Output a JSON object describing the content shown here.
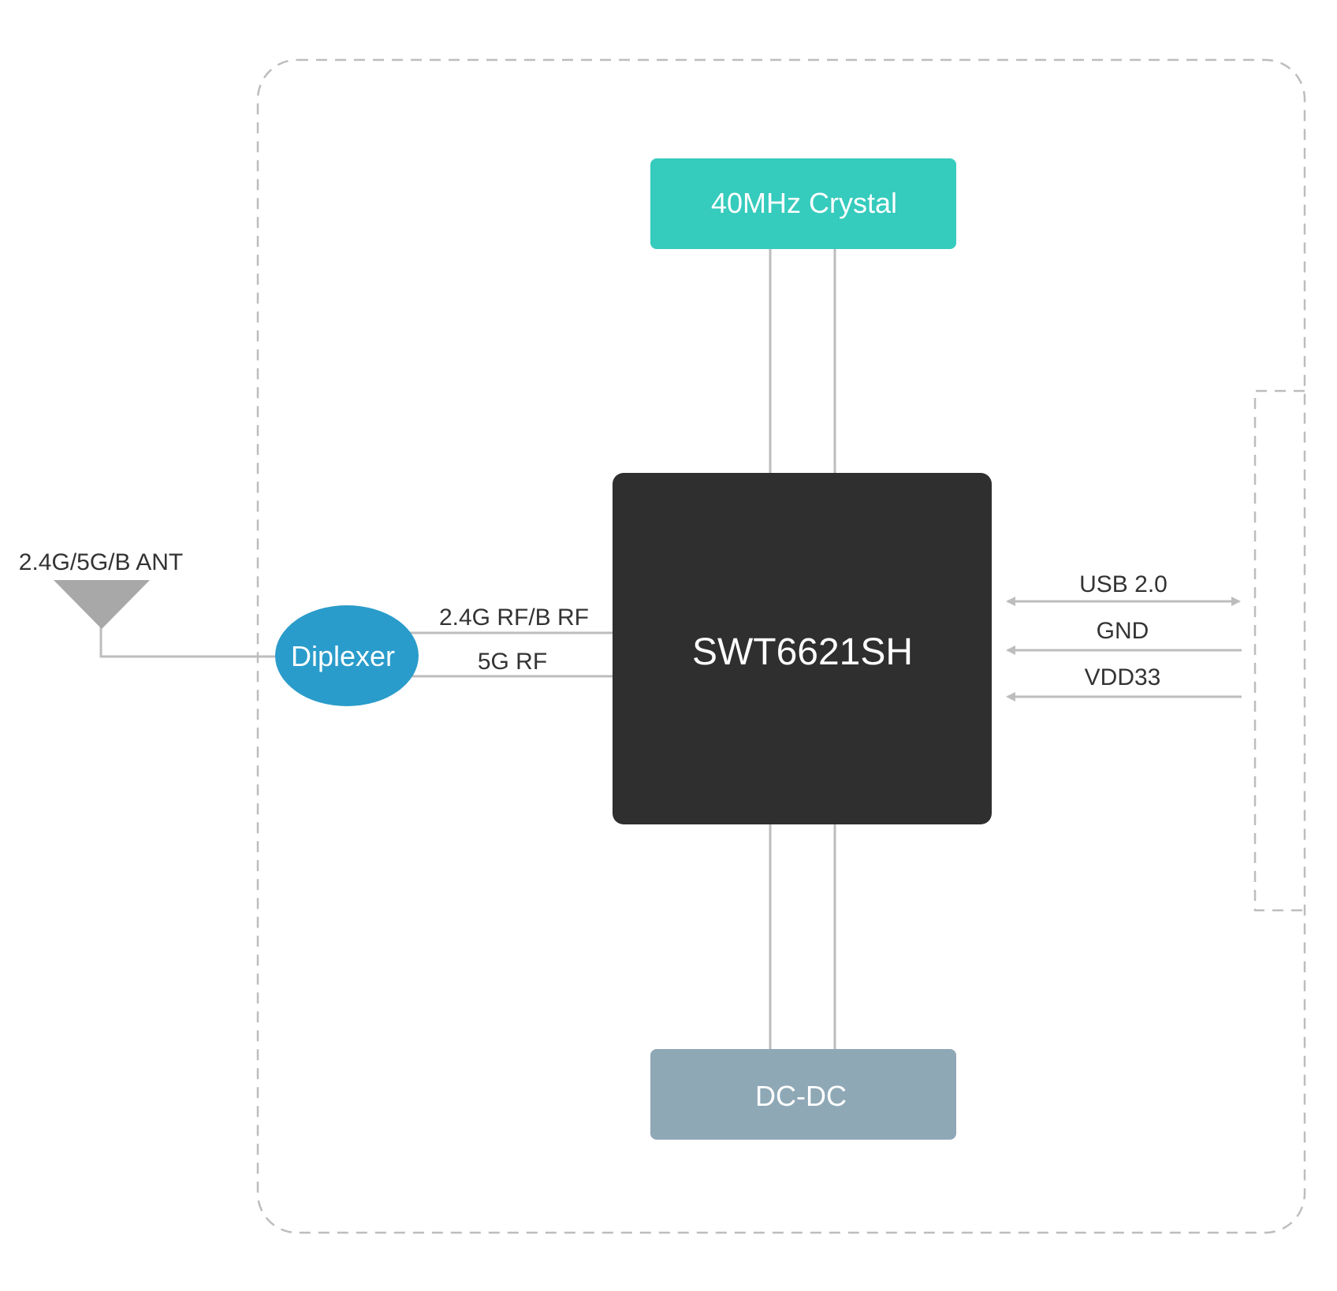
{
  "colors": {
    "crystal": "#35cbbd",
    "chip": "#2f2f2f",
    "dcdc": "#8fa8b6",
    "diplexer": "#2a9ccb",
    "antenna": "#a8a8a8",
    "wire": "#bdbdbd",
    "label": "#333333"
  },
  "antenna": {
    "label": "2.4G/5G/B ANT",
    "icon": "antenna-icon"
  },
  "diplexer": {
    "label": "Diplexer"
  },
  "links": {
    "rf_24g": "2.4G RF/B RF",
    "rf_5g": "5G RF"
  },
  "chip": {
    "label": "SWT6621SH"
  },
  "crystal": {
    "label": "40MHz Crystal"
  },
  "dcdc": {
    "label": "DC-DC"
  },
  "interface": {
    "usb": "USB 2.0",
    "gnd": "GND",
    "vdd": "VDD33"
  }
}
